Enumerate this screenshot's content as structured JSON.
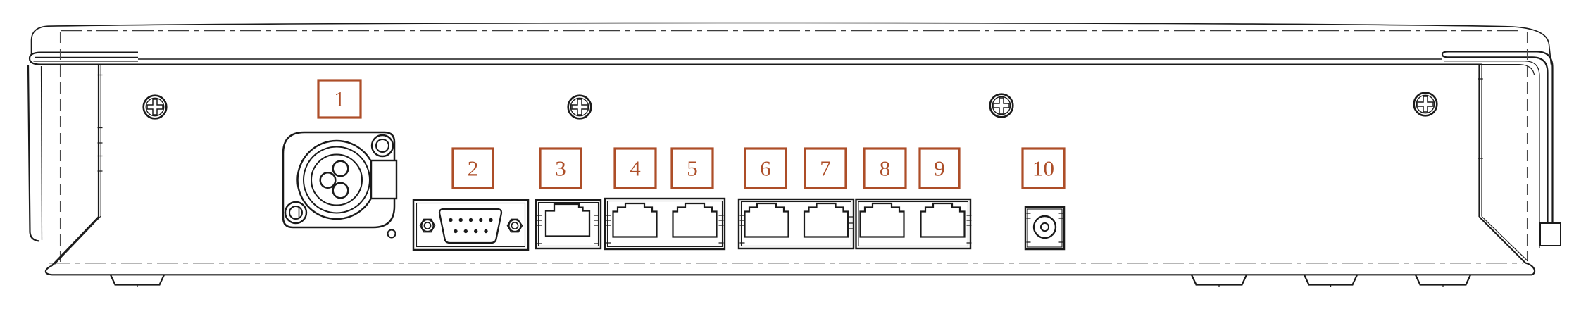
{
  "diagram": {
    "kind": "device-rear-panel-line-drawing",
    "visible_text_only": "numbered callout boxes 1-10"
  },
  "colors": {
    "accent_callout": "#ad4e28",
    "line": "#1a1a1a",
    "background": "#ffffff"
  },
  "callouts": [
    {
      "label": "1",
      "part": "xlr-3pin-connector"
    },
    {
      "label": "2",
      "part": "db9-serial-connector"
    },
    {
      "label": "3",
      "part": "rj45-port-single"
    },
    {
      "label": "4",
      "part": "rj45-port-dual-a-left"
    },
    {
      "label": "5",
      "part": "rj45-port-dual-a-right"
    },
    {
      "label": "6",
      "part": "rj45-port-dual-b-left"
    },
    {
      "label": "7",
      "part": "rj45-port-dual-b-right"
    },
    {
      "label": "8",
      "part": "rj45-port-dual-c-left"
    },
    {
      "label": "9",
      "part": "rj45-port-dual-c-right"
    },
    {
      "label": "10",
      "part": "dc-power-jack"
    }
  ]
}
